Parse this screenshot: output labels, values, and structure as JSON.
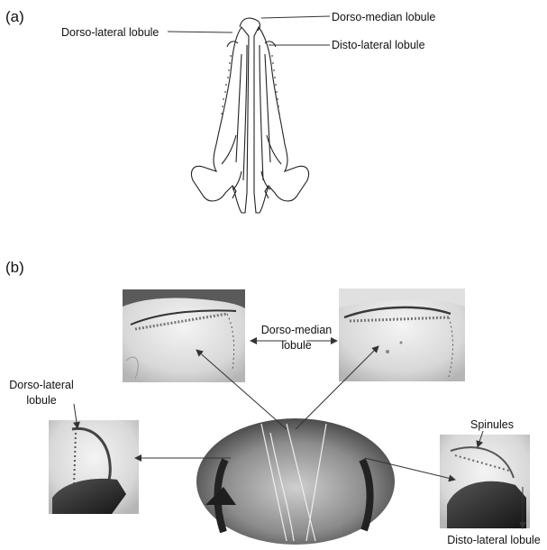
{
  "panel_a": {
    "tag": "(a)",
    "labels": {
      "dorso_lateral": "Dorso-lateral lobule",
      "dorso_median": "Dorso-median lobule",
      "disto_lateral": "Disto-lateral lobule"
    }
  },
  "panel_b": {
    "tag": "(b)",
    "labels": {
      "dorso_median_1": "Dorso-median",
      "dorso_median_2": "lobule",
      "dorso_lateral_1": "Dorso-lateral",
      "dorso_lateral_2": "lobule",
      "spinules": "Spinules",
      "disto_lateral": "Disto-lateral lobule"
    }
  },
  "colors": {
    "ink": "#111111",
    "photo_light": "#e9e9e9",
    "photo_dark": "#2a2a2a"
  }
}
